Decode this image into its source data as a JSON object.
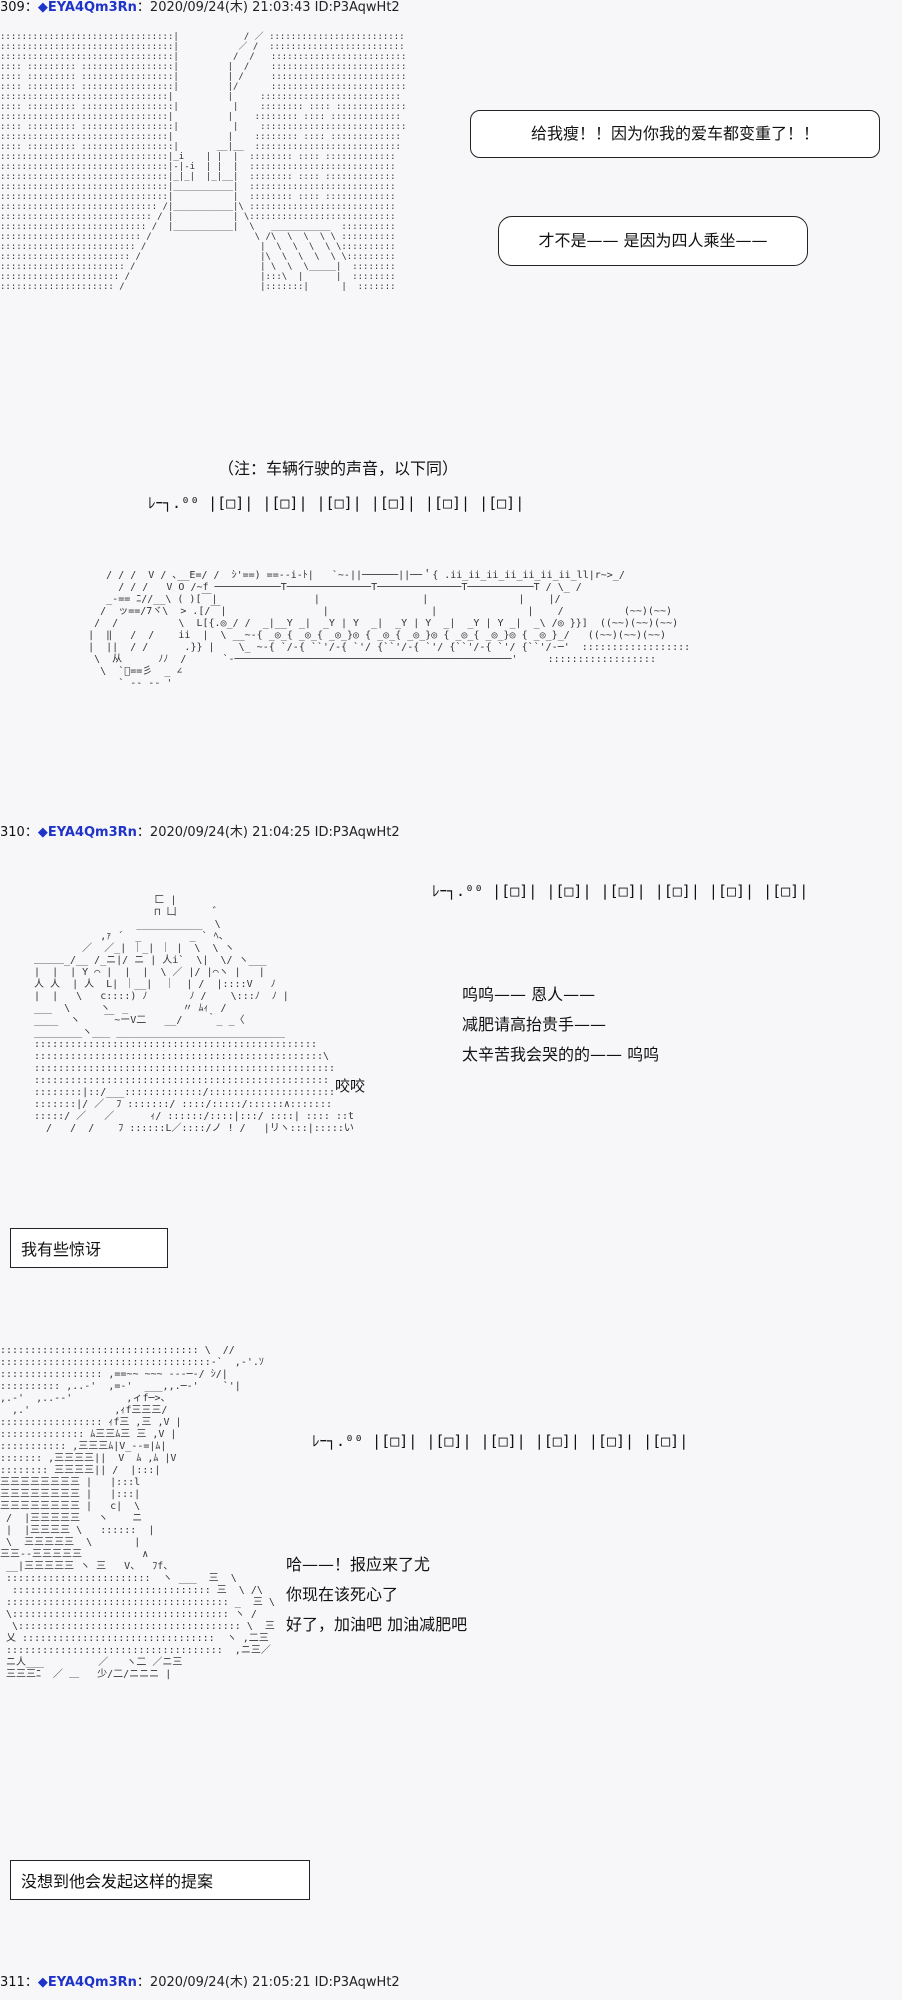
{
  "posts": [
    {
      "num": "309",
      "name": "◆EYA4Qm3Rn",
      "datetime": "2020/09/24(木) 21:03:43",
      "id": "ID:P3AqwHt2"
    },
    {
      "num": "310",
      "name": "◆EYA4Qm3Rn",
      "datetime": "2020/09/24(木) 21:04:25",
      "id": "ID:P3AqwHt2"
    },
    {
      "num": "311",
      "name": "◆EYA4Qm3Rn",
      "datetime": "2020/09/24(木) 21:05:21",
      "id": "ID:P3AqwHt2"
    }
  ],
  "header_sep": "：",
  "p309": {
    "bubble1": "给我瘦！！因为你我的爱车都变重了！！",
    "bubble2": "才不是—— 是因为四人乘坐——",
    "note": "（注：车辆行驶的声音，以下同）",
    "sfx": "ﾚｰ┐.⁰⁰ |[□]| |[□]| |[□]| |[□]| |[□]| |[□]|"
  },
  "p310": {
    "sfx": "ﾚｰ┐.⁰⁰ |[□]| |[□]| |[□]| |[□]| |[□]| |[□]|",
    "lines": [
      "呜呜—— 恩人——",
      "减肥请高抬贵手——",
      "太辛苦我会哭的的—— 呜呜"
    ],
    "chew": "咬咬",
    "caption": "我有些惊讶"
  },
  "p311": {
    "sfx": "ﾚｰ┐.⁰⁰ |[□]| |[□]| |[□]| |[□]| |[□]| |[□]|",
    "lines": [
      "哈——！报应来了尤",
      "你现在该死心了",
      "好了，加油吧 加油减肥吧"
    ],
    "caption": "没想到他会发起这样的提案"
  }
}
